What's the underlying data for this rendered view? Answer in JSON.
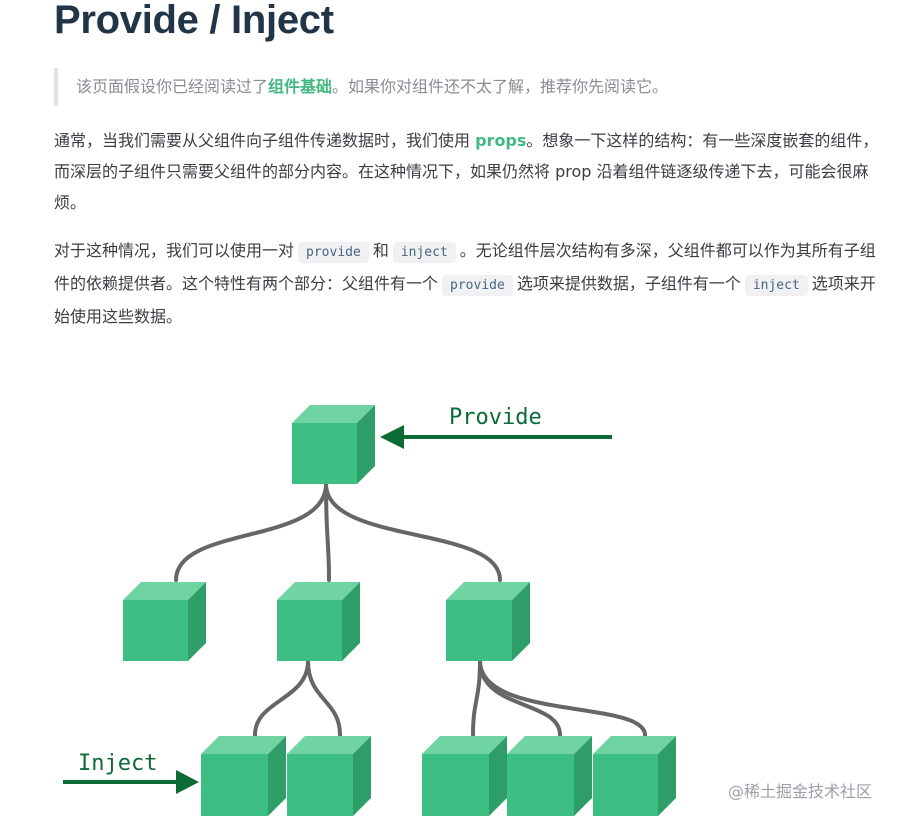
{
  "title": "Provide / Inject",
  "tip": {
    "before": "该页面假设你已经阅读过了",
    "link": "组件基础",
    "after": "。如果你对组件还不太了解，推荐你先阅读它。"
  },
  "para1": {
    "before": "通常，当我们需要从父组件向子组件传递数据时，我们使用 ",
    "link": "props",
    "after": "。想象一下这样的结构：有一些深度嵌套的组件，而深层的子组件只需要父组件的部分内容。在这种情况下，如果仍然将 prop 沿着组件链逐级传递下去，可能会很麻烦。"
  },
  "para2": {
    "t1": "对于这种情况，我们可以使用一对",
    "code1": "provide",
    "t2": "和",
    "code2": "inject",
    "t3": "。无论组件层次结构有多深，父组件都可以作为其所有子组件的依赖提供者。这个特性有两个部分：父组件有一个",
    "code3": "provide",
    "t4": "选项来提供数据，子组件有一个",
    "code4": "inject",
    "t5": "选项来开始使用这些数据。"
  },
  "diagram": {
    "provide_label": "Provide",
    "inject_label": "Inject",
    "colors": {
      "front": "#3dbe82",
      "top": "#6fd3a2",
      "side": "#2e9d68",
      "line": "#666666",
      "arrow": "#0d6b35"
    }
  },
  "watermark": "@稀土掘金技术社区"
}
